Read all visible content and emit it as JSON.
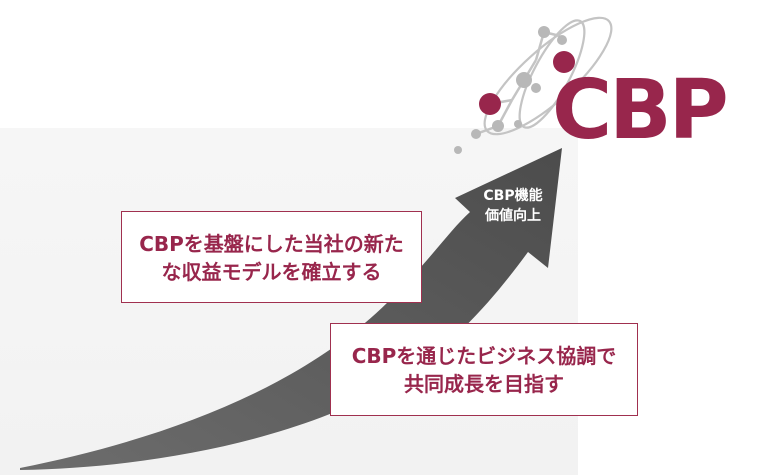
{
  "logo": {
    "text": "CBP",
    "icon": "molecule-orbit-icon",
    "brand_color": "#98264c",
    "node_color_gray": "#b8b8b8"
  },
  "arrow": {
    "icon": "growth-arrow-icon",
    "color": "#5a5a5a",
    "label_lines": [
      "CBP機能",
      "価値向上"
    ]
  },
  "callouts": [
    {
      "lines": [
        "CBPを基盤にした当社の新た",
        "な収益モデルを確立する"
      ]
    },
    {
      "lines": [
        "CBPを通じたビジネス協調で",
        "共同成長を目指す"
      ]
    }
  ]
}
